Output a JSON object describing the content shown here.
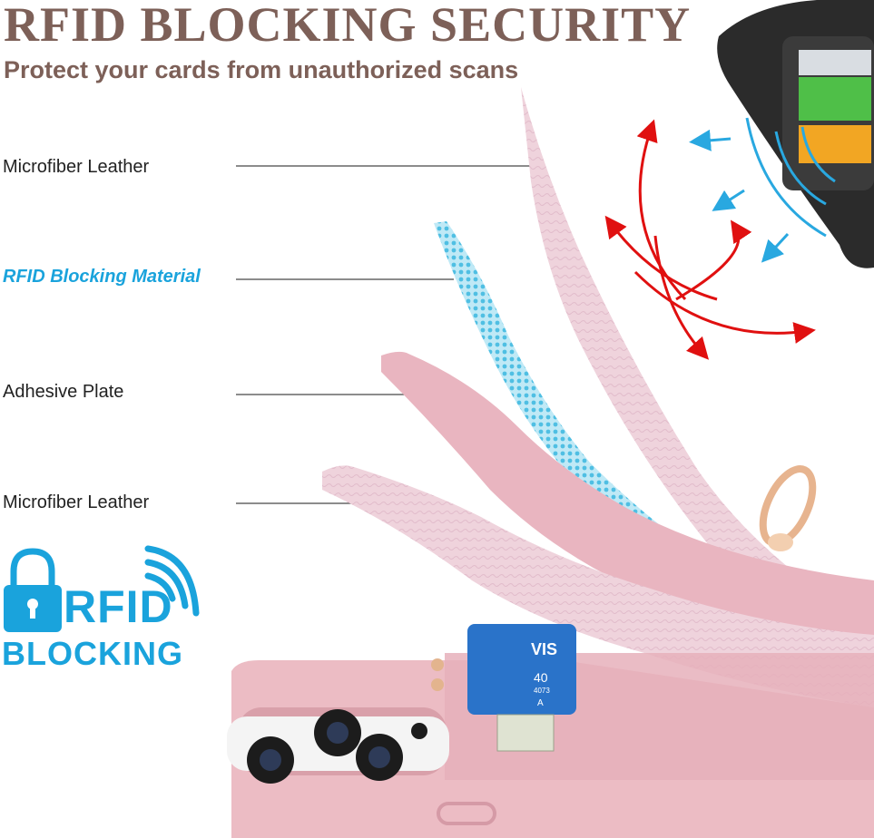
{
  "header": {
    "title": "RFID BLOCKING SECURITY",
    "subtitle": "Protect your cards from unauthorized scans"
  },
  "layers": [
    {
      "label": "Microfiber Leather",
      "highlight": false
    },
    {
      "label": "RFID Blocking Material",
      "highlight": true
    },
    {
      "label": "Adhesive Plate",
      "highlight": false
    },
    {
      "label": "Microfiber Leather",
      "highlight": false
    }
  ],
  "badge": {
    "line1": "RFID",
    "line2": "BLOCKING",
    "icon": "lock-icon",
    "signal_icon": "wifi-signal-icon"
  },
  "card": {
    "brand_text": "VIS",
    "number_fragment": "40",
    "number_fragment2": "4073",
    "letter": "A"
  },
  "colors": {
    "title": "#7d6058",
    "subtitle": "#7d6058",
    "label": "#222222",
    "highlight": "#1aa3dc",
    "badge": "#1aa3dc",
    "pink_case": "#ecbcc4",
    "pink_dark": "#d79fa9",
    "mesh": "#7ed3ec",
    "red_arrow": "#e01010",
    "blue_arrow": "#29a8e0",
    "terminal": "#2b2b2b"
  }
}
